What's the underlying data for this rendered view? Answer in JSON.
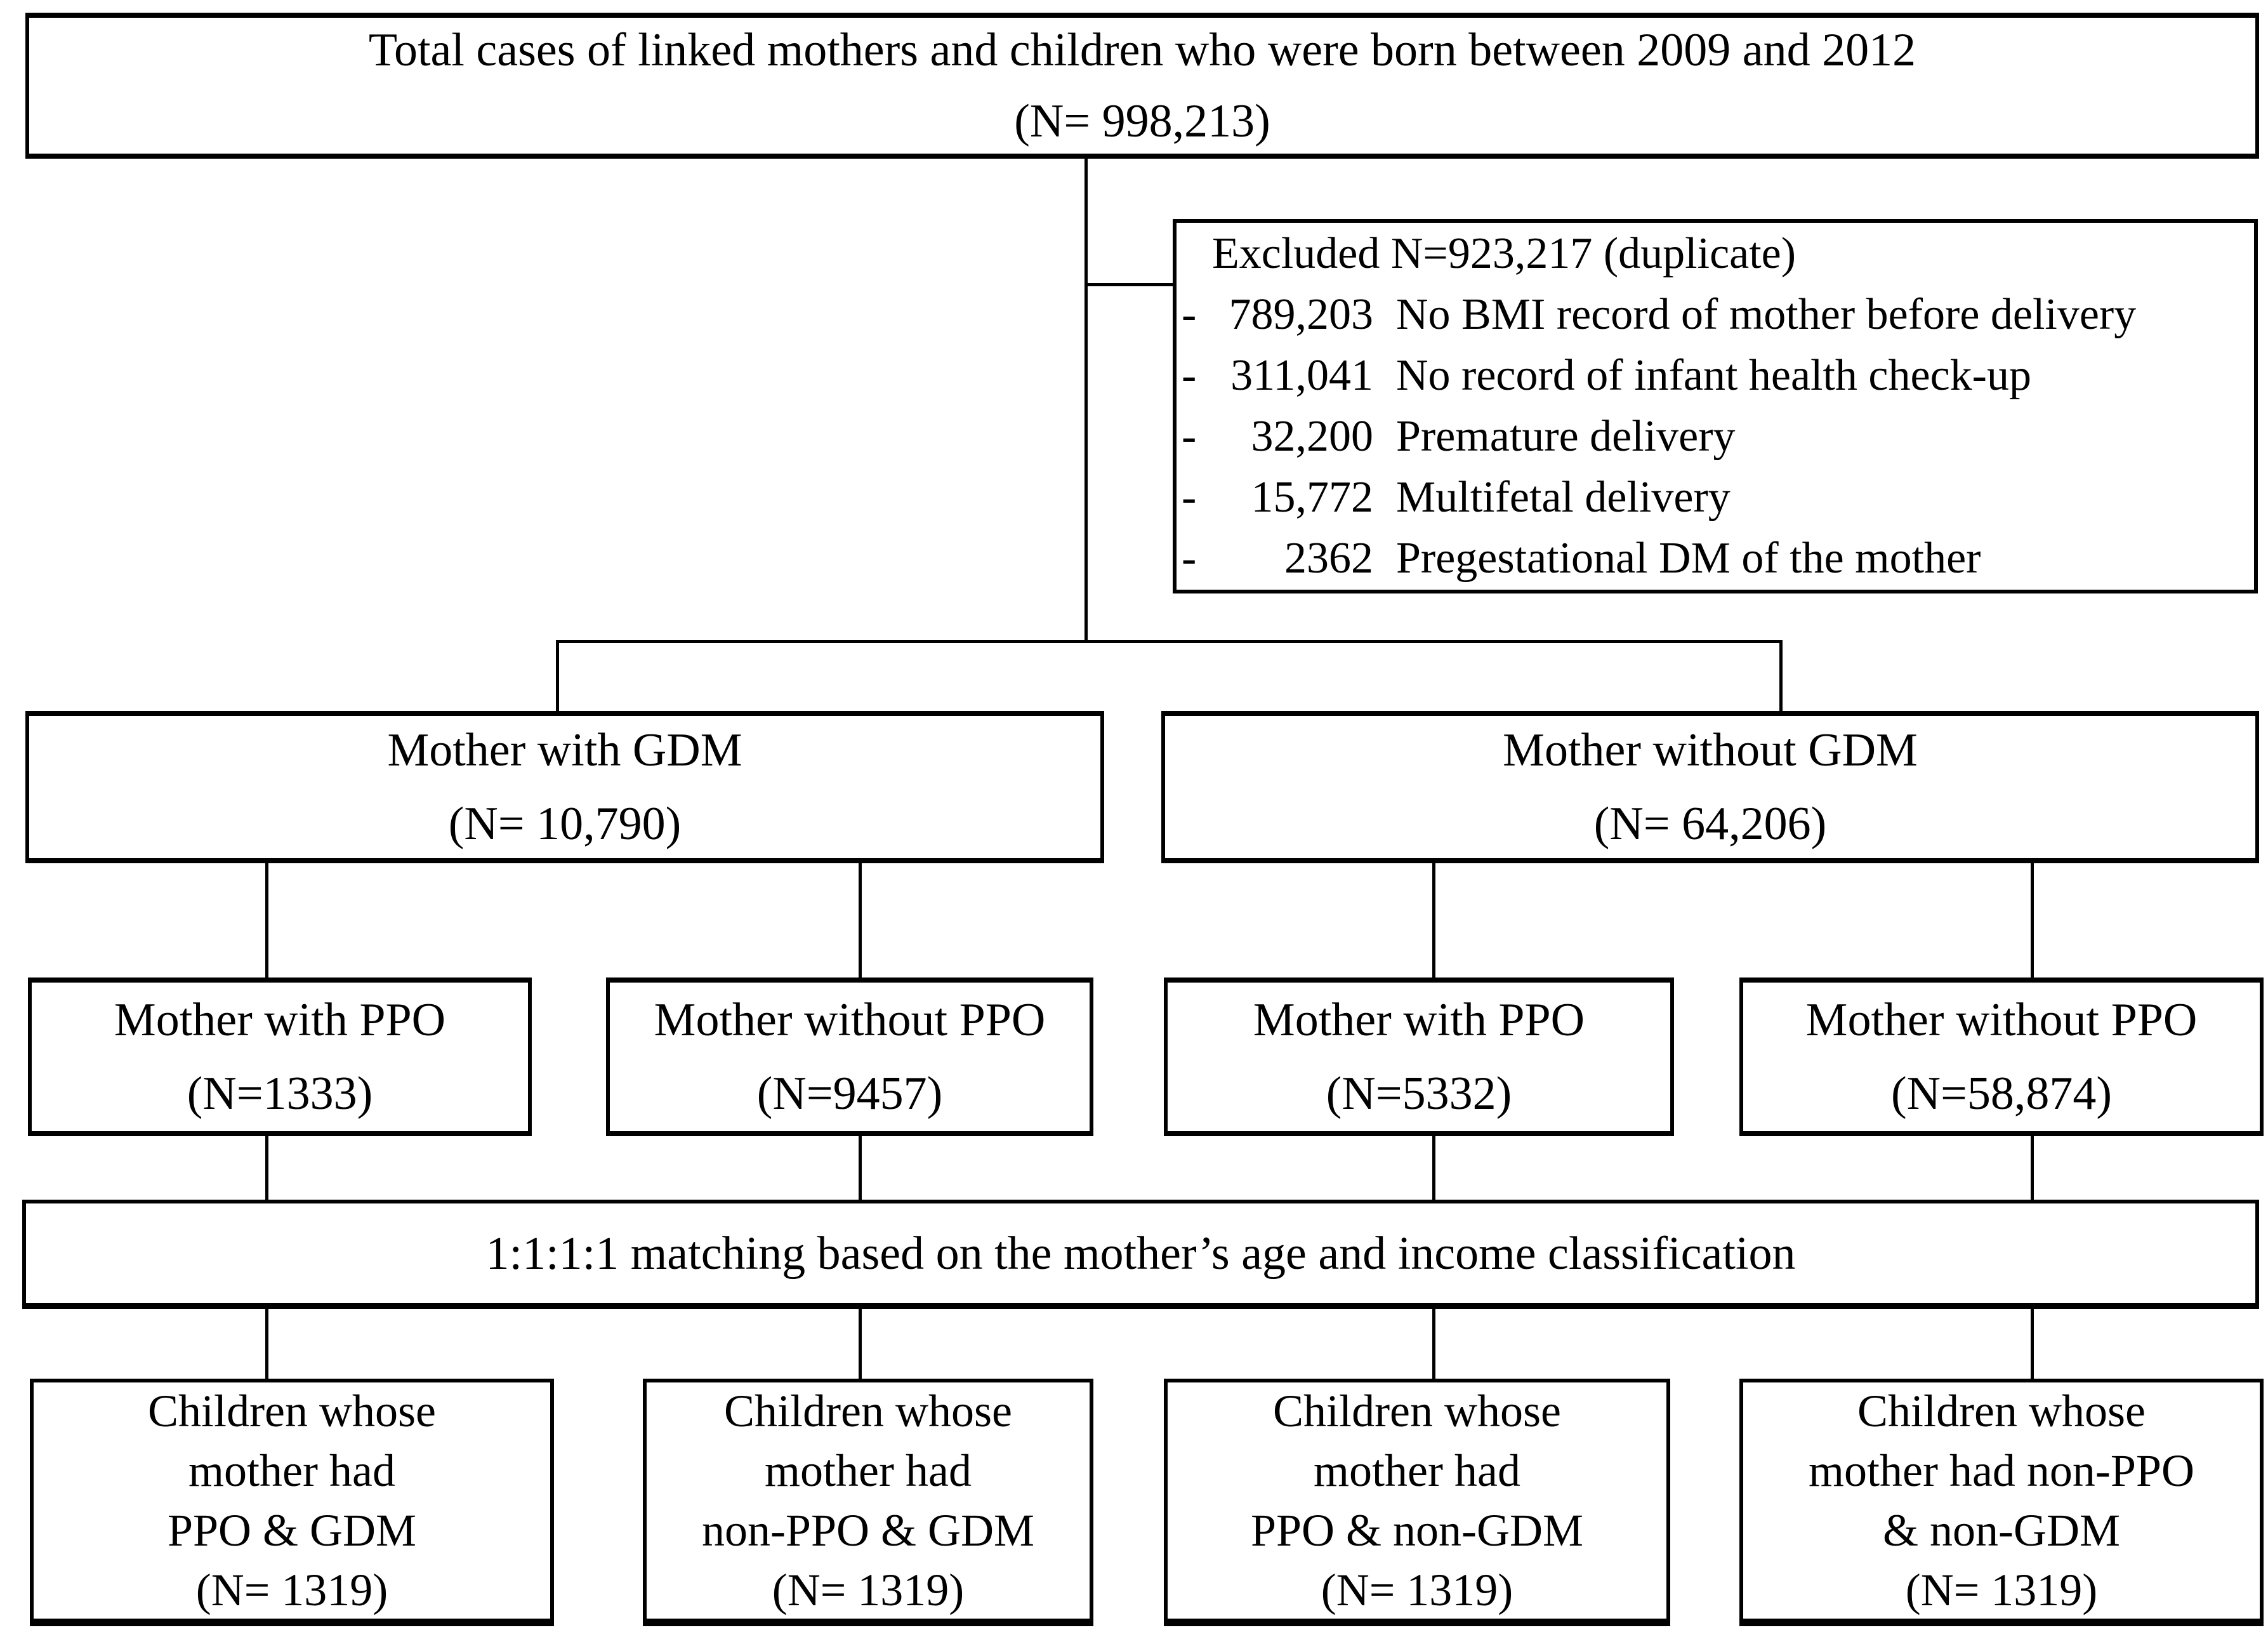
{
  "colors": {
    "ink": "#000000",
    "paper": "#ffffff"
  },
  "flow": {
    "total": {
      "line1": "Total cases of linked mothers and children who were born between 2009 and 2012",
      "line2": "(N= 998,213)"
    },
    "excluded": {
      "header": "Excluded N=923,217 (duplicate)",
      "items": [
        {
          "dash": "-",
          "n": "789,203",
          "label": "No BMI record of mother before delivery"
        },
        {
          "dash": "-",
          "n": "311,041",
          "label": "No record of infant health check-up"
        },
        {
          "dash": "-",
          "n": "32,200",
          "label": "Premature delivery"
        },
        {
          "dash": "-",
          "n": "15,772",
          "label": "Multifetal delivery"
        },
        {
          "dash": "-",
          "n": "2362",
          "label": "Pregestational DM of the mother"
        }
      ]
    },
    "gdm_with": {
      "line1": "Mother with GDM",
      "line2": "(N= 10,790)"
    },
    "gdm_without": {
      "line1": "Mother without GDM",
      "line2": "(N= 64,206)"
    },
    "ppo": [
      {
        "line1": "Mother with PPO",
        "line2": "(N=1333)"
      },
      {
        "line1": "Mother without PPO",
        "line2": "(N=9457)"
      },
      {
        "line1": "Mother with PPO",
        "line2": "(N=5332)"
      },
      {
        "line1": "Mother without PPO",
        "line2": "(N=58,874)"
      }
    ],
    "matching": "1:1:1:1 matching based on the mother’s age and income classification",
    "children": [
      {
        "lines": [
          "Children whose",
          "mother had",
          "PPO & GDM",
          "(N= 1319)"
        ]
      },
      {
        "lines": [
          "Children whose",
          "mother had",
          "non-PPO & GDM",
          "(N= 1319)"
        ]
      },
      {
        "lines": [
          "Children whose",
          "mother had",
          "PPO & non-GDM",
          "(N= 1319)"
        ]
      },
      {
        "lines": [
          "Children whose",
          "mother had non-PPO",
          "& non-GDM",
          "(N= 1319)"
        ]
      }
    ]
  }
}
